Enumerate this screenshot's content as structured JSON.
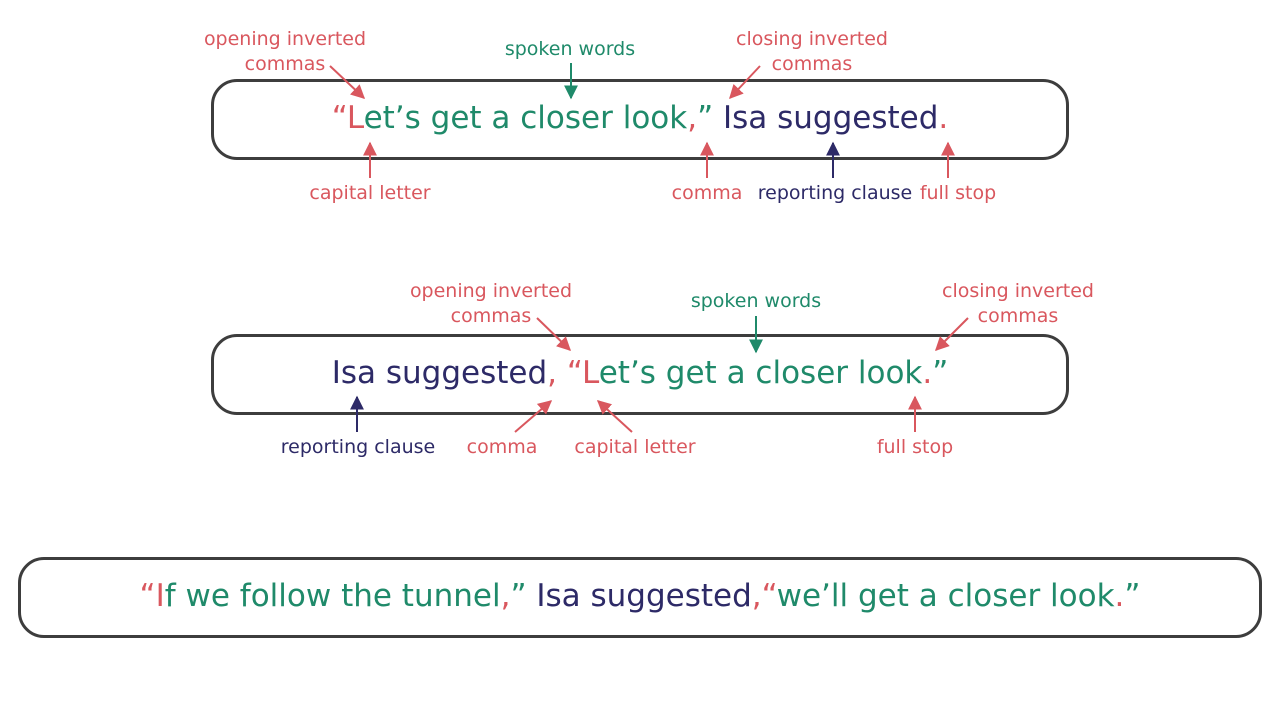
{
  "colors": {
    "spoken": "#1f8a6a",
    "punctuation": "#d9575e",
    "reporting": "#2d2a67",
    "border": "#3d3d3d"
  },
  "example1": {
    "parts": {
      "open_quote": "“",
      "capital": "L",
      "spoken": "et’s get a closer look",
      "comma": ",",
      "close_quote": "”",
      "reporting": " Isa suggested",
      "full_stop": "."
    },
    "labels": {
      "opening_inverted_commas": [
        "opening inverted",
        "commas"
      ],
      "spoken_words": "spoken words",
      "closing_inverted_commas": [
        "closing inverted",
        "commas"
      ],
      "capital_letter": "capital letter",
      "comma": "comma",
      "reporting_clause": "reporting clause",
      "full_stop": "full stop"
    }
  },
  "example2": {
    "parts": {
      "reporting": "Isa suggested",
      "comma": ",",
      "open_quote": " “",
      "capital": "L",
      "spoken": "et’s get a closer look",
      "full_stop": ".",
      "close_quote": "”"
    },
    "labels": {
      "opening_inverted_commas": [
        "opening inverted",
        "commas"
      ],
      "spoken_words": "spoken words",
      "closing_inverted_commas": [
        "closing inverted",
        "commas"
      ],
      "reporting_clause": "reporting clause",
      "comma": "comma",
      "capital_letter": "capital letter",
      "full_stop": "full stop"
    }
  },
  "example3": {
    "parts": {
      "open_quote": "“",
      "capital": "I",
      "spoken1": "f we follow the tunnel",
      "comma1": ",",
      "close_quote1": "”",
      "reporting": " Isa suggested",
      "comma2": ",",
      "open_quote2": "“",
      "spoken2": "we’ll get a closer look",
      "full_stop": ".",
      "close_quote2": "”"
    }
  }
}
